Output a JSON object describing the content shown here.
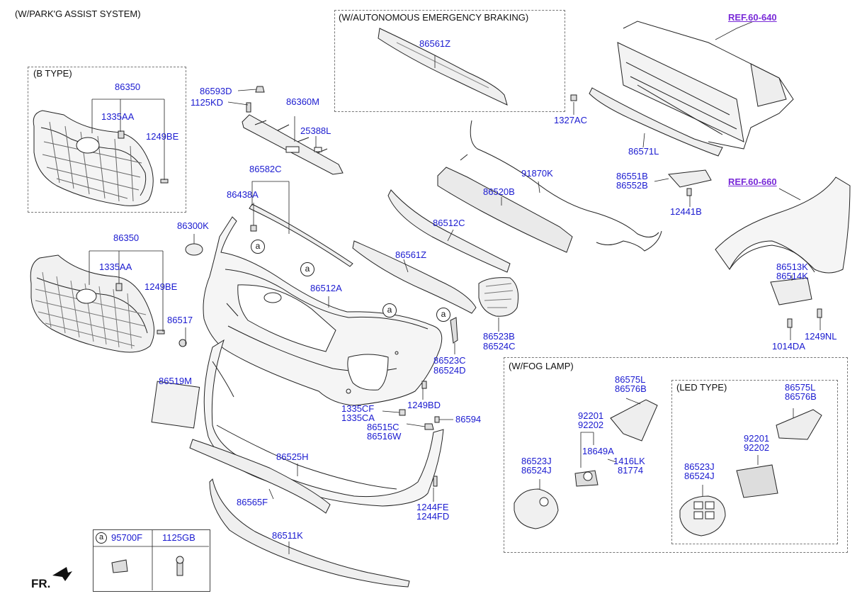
{
  "headers": {
    "parking_assist": "(W/PARK'G ASSIST SYSTEM)",
    "b_type": "(B TYPE)",
    "aeb": "(W/AUTONOMOUS EMERGENCY BRAKING)",
    "fog_lamp": "(W/FOG LAMP)",
    "led_type": "(LED TYPE)"
  },
  "refs": {
    "ref_640": "REF.60-640",
    "ref_660": "REF.60-660"
  },
  "front_marker": "FR.",
  "circle_marker": "a",
  "legend": {
    "marker": "a",
    "col1": "95700F",
    "col2": "1125GB"
  },
  "labels": {
    "p86350_a": "86350",
    "p1335AA_a": "1335AA",
    "p1249BE_a": "1249BE",
    "p86350_b": "86350",
    "p1335AA_b": "1335AA",
    "p1249BE_b": "1249BE",
    "p86593D": "86593D",
    "p1125KD": "1125KD",
    "p86360M": "86360M",
    "p25388L": "25388L",
    "p86582C": "86582C",
    "p86438A": "86438A",
    "p86300K": "86300K",
    "p86517": "86517",
    "p86519M": "86519M",
    "p86561Z_top": "86561Z",
    "p86561Z": "86561Z",
    "p86512C": "86512C",
    "p86520B": "86520B",
    "p91870K": "91870K",
    "p86512A": "86512A",
    "p86523B": "86523B",
    "p86524C": "86524C",
    "p86523C": "86523C",
    "p86524D": "86524D",
    "p1249BD": "1249BD",
    "p1335CF": "1335CF",
    "p1335CA": "1335CA",
    "p86594": "86594",
    "p86515C": "86515C",
    "p86516W": "86516W",
    "p86525H": "86525H",
    "p86565F": "86565F",
    "p86511K": "86511K",
    "p1244FE": "1244FE",
    "p1244FD": "1244FD",
    "p1327AC": "1327AC",
    "p86571L": "86571L",
    "p86551B": "86551B",
    "p86552B": "86552B",
    "p12441B": "12441B",
    "p86513K": "86513K",
    "p86514K": "86514K",
    "p1249NL": "1249NL",
    "p1014DA": "1014DA",
    "p86575L_a": "86575L",
    "p86576B_a": "86576B",
    "p92201_a": "92201",
    "p92202_a": "92202",
    "p18649A": "18649A",
    "p1416LK": "1416LK",
    "p81774": "81774",
    "p86523J_a": "86523J",
    "p86524J_a": "86524J",
    "p86575L_b": "86575L",
    "p86576B_b": "86576B",
    "p92201_b": "92201",
    "p92202_b": "92202",
    "p86523J_b": "86523J",
    "p86524J_b": "86524J"
  }
}
